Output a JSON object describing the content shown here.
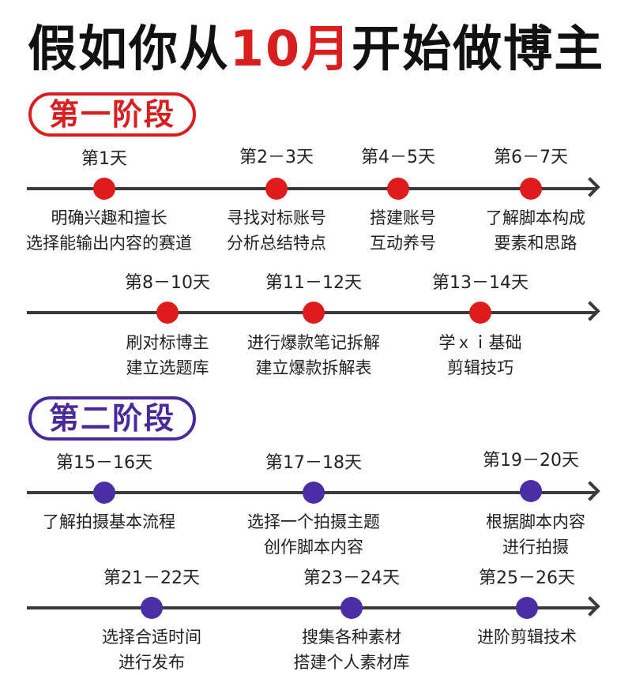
{
  "title": {
    "part1": "假如你从",
    "highlight": "10月",
    "part2": "开始做博主"
  },
  "colors": {
    "stage1": "#d81e1e",
    "stage2": "#4a2a9a",
    "dot1": "#e01b1b",
    "dot2": "#4b2ea5"
  },
  "stage1": {
    "label": "第一阶段",
    "row1": [
      {
        "day": "第1天",
        "lines": [
          "明确兴趣和擅长",
          "选择能输出内容的赛道"
        ]
      },
      {
        "day": "第2－3天",
        "lines": [
          "寻找对标账号",
          "分析总结特点"
        ]
      },
      {
        "day": "第4－5天",
        "lines": [
          "搭建账号",
          "互动养号"
        ]
      },
      {
        "day": "第6－7天",
        "lines": [
          "了解脚本构成",
          "要素和思路"
        ]
      }
    ],
    "row2": [
      {
        "day": "第8－10天",
        "lines": [
          "刷对标博主",
          "建立选题库"
        ]
      },
      {
        "day": "第11－12天",
        "lines": [
          "进行爆款笔记拆解",
          "建立爆款拆解表"
        ]
      },
      {
        "day": "第13－14天",
        "lines": [
          "学ｘｉ基础",
          "剪辑技巧"
        ]
      }
    ]
  },
  "stage2": {
    "label": "第二阶段",
    "row1": [
      {
        "day": "第15－16天",
        "lines": [
          "了解拍摄基本流程"
        ]
      },
      {
        "day": "第17－18天",
        "lines": [
          "选择一个拍摄主题",
          "创作脚本内容"
        ]
      },
      {
        "day": "第19－20天",
        "lines": [
          "根据脚本内容",
          "进行拍摄"
        ]
      }
    ],
    "row2": [
      {
        "day": "第21－22天",
        "lines": [
          "选择合适时间",
          "进行发布"
        ]
      },
      {
        "day": "第23－24天",
        "lines": [
          "搜集各种素材",
          "搭建个人素材库"
        ]
      },
      {
        "day": "第25－26天",
        "lines": [
          "进阶剪辑技术"
        ]
      }
    ]
  }
}
